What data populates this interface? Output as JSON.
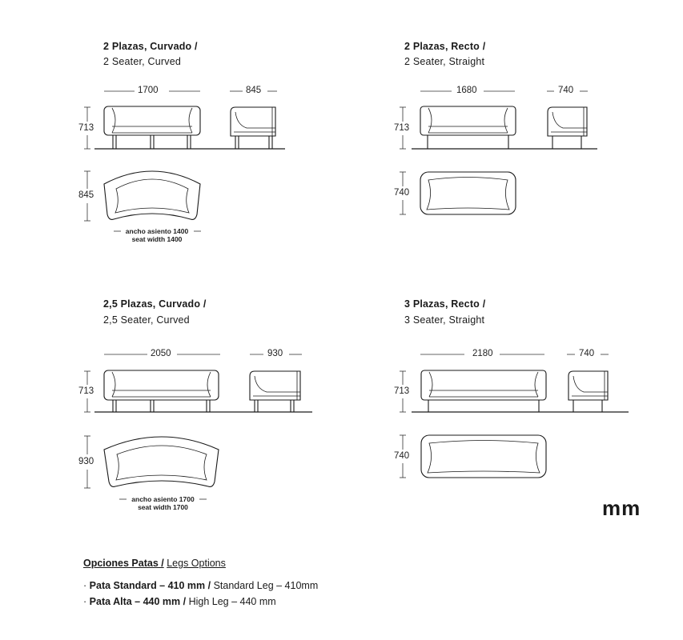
{
  "diagrams": [
    {
      "title": "2 Plazas, Curvado /",
      "subtitle": "2 Seater, Curved",
      "front_width": "1700",
      "side_depth": "845",
      "height": "713",
      "plan_depth": "845",
      "note_es": "ancho asiento 1400",
      "note_en": "seat width 1400"
    },
    {
      "title": "2 Plazas, Recto /",
      "subtitle": "2 Seater, Straight",
      "front_width": "1680",
      "side_depth": "740",
      "height": "713",
      "plan_depth": "740"
    },
    {
      "title": "2,5 Plazas, Curvado /",
      "subtitle": "2,5 Seater, Curved",
      "front_width": "2050",
      "side_depth": "930",
      "height": "713",
      "plan_depth": "930",
      "note_es": "ancho asiento 1700",
      "note_en": "seat width 1700"
    },
    {
      "title": "3 Plazas, Recto /",
      "subtitle": "3 Seater, Straight",
      "front_width": "2180",
      "side_depth": "740",
      "height": "713",
      "plan_depth": "740"
    }
  ],
  "unit": "mm",
  "legs": {
    "title_es": "Opciones Patas /",
    "title_en": "Legs Options",
    "options": [
      {
        "bullet": "·",
        "es": "Pata Standard – 410 mm /",
        "en": "Standard Leg – 410mm"
      },
      {
        "bullet": "·",
        "es": "Pata Alta – 440 mm /",
        "en": "High Leg – 440 mm"
      }
    ]
  },
  "colors": {
    "ink": "#1a1a1a",
    "background": "#ffffff"
  }
}
